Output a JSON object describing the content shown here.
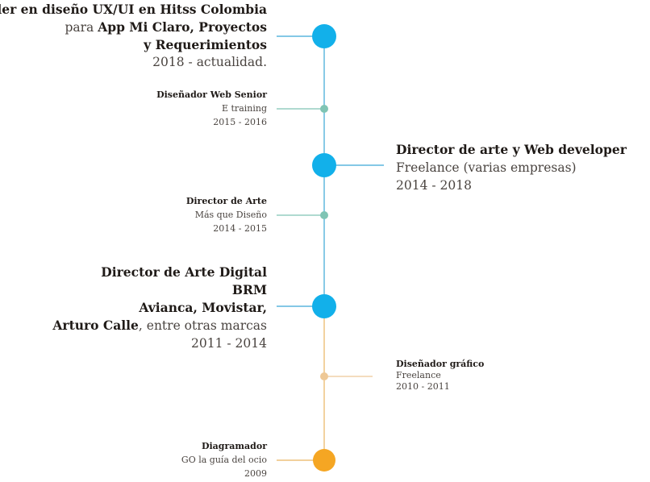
{
  "colors": {
    "blue": "#12b0ea",
    "blue_line": "#3aa6d6",
    "teal": "#7fc4b4",
    "tan": "#eec896",
    "tan_line": "#e9b462",
    "orange": "#f5a623"
  },
  "entries": [
    {
      "lines": [
        [
          {
            "t": "Líder en diseño UX/UI en Hitss Colombia",
            "b": true
          }
        ],
        [
          {
            "t": "para ",
            "b": false
          },
          {
            "t": "App Mi Claro, Proyectos",
            "b": true
          }
        ],
        [
          {
            "t": "y Requerimientos",
            "b": true
          }
        ],
        [
          {
            "t": "2018 - actualidad.",
            "b": false
          }
        ]
      ]
    },
    {
      "lines": [
        [
          {
            "t": "Diseñador Web Senior",
            "b": true
          }
        ],
        [
          {
            "t": "E training",
            "b": false
          }
        ],
        [
          {
            "t": "2015 - 2016",
            "b": false
          }
        ]
      ]
    },
    {
      "lines": [
        [
          {
            "t": "Director de arte y Web developer",
            "b": true
          }
        ],
        [
          {
            "t": "Freelance (varias empresas)",
            "b": false
          }
        ],
        [
          {
            "t": "2014 - 2018",
            "b": false
          }
        ]
      ]
    },
    {
      "lines": [
        [
          {
            "t": "Director de Arte",
            "b": true
          }
        ],
        [
          {
            "t": "Más que Diseño",
            "b": false
          }
        ],
        [
          {
            "t": "2014 - 2015",
            "b": false
          }
        ]
      ]
    },
    {
      "lines": [
        [
          {
            "t": "Director de Arte Digital",
            "b": true
          }
        ],
        [
          {
            "t": "BRM",
            "b": true
          }
        ],
        [
          {
            "t": "Avianca, Movistar,",
            "b": true
          }
        ],
        [
          {
            "t": "Arturo Calle",
            "b": true
          },
          {
            "t": ", entre otras marcas",
            "b": false
          }
        ],
        [
          {
            "t": "2011 - 2014",
            "b": false
          }
        ]
      ]
    },
    {
      "lines": [
        [
          {
            "t": "Diseñador gráfico",
            "b": true
          }
        ],
        [
          {
            "t": "Freelance",
            "b": false
          }
        ],
        [
          {
            "t": "2010 - 2011",
            "b": false
          }
        ]
      ]
    },
    {
      "lines": [
        [
          {
            "t": "Diagramador",
            "b": true
          }
        ],
        [
          {
            "t": "GO la guía del ocio",
            "b": false
          }
        ],
        [
          {
            "t": "2009",
            "b": false
          }
        ]
      ]
    }
  ]
}
